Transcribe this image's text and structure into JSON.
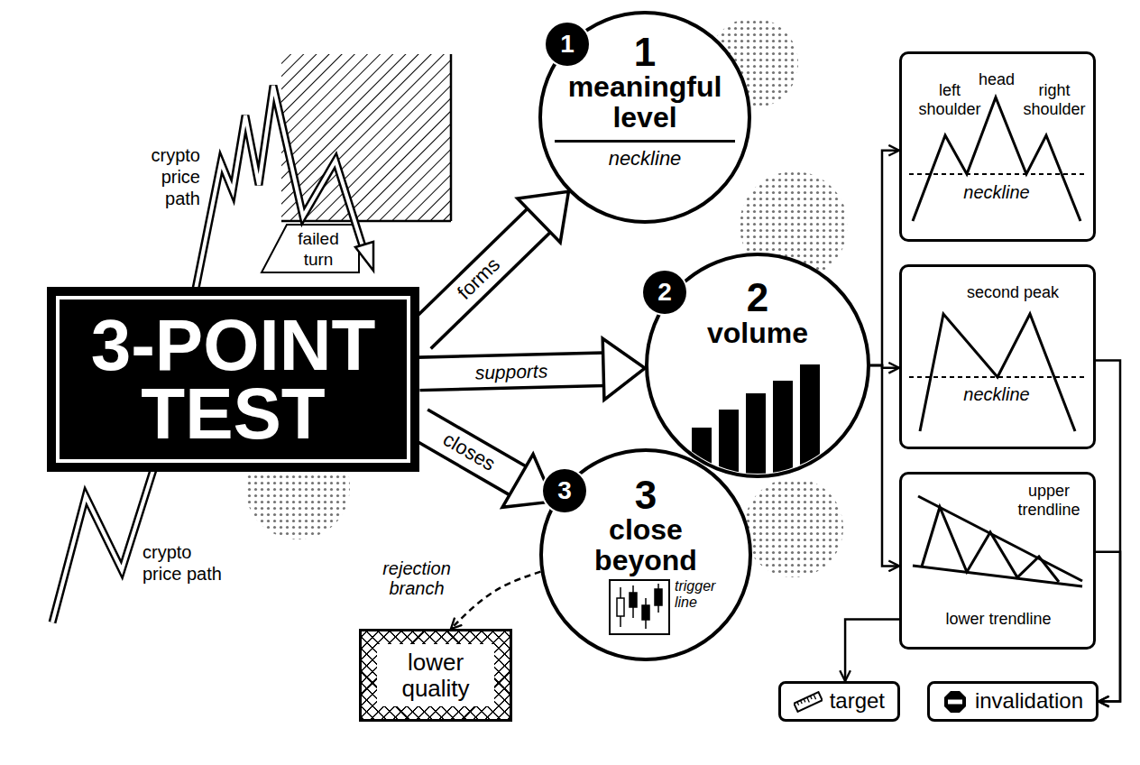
{
  "diagram": {
    "nodes": [
      {
        "text": [
          "3-POINT TEST"
        ]
      },
      {
        "text": [
          "1",
          "meaningful level",
          "neckline"
        ]
      },
      {
        "text": [
          "1"
        ],
        "in": 1
      },
      {
        "text": [
          "2",
          "volume"
        ]
      },
      {
        "text": [
          "2"
        ],
        "in": 3
      },
      {
        "text": [
          "3",
          "close beyond",
          "trigger line"
        ]
      },
      {
        "text": [
          "3"
        ],
        "in": 5
      },
      {
        "text": [
          "lower quality"
        ]
      },
      {
        "text": [
          "left shoulder",
          "head",
          "right shoulder",
          "neckline"
        ]
      },
      {
        "text": [
          "second peak",
          "neckline"
        ]
      },
      {
        "text": [
          "upper trendline",
          "lower trendline"
        ]
      },
      {
        "text": [
          "target"
        ]
      },
      {
        "text": [
          "invalidation"
        ]
      }
    ],
    "edges": [
      {
        "from": 0,
        "to": 1,
        "arrow": "to",
        "label": "forms"
      },
      {
        "from": 0,
        "to": 3,
        "arrow": "to",
        "label": "supports"
      },
      {
        "from": 0,
        "to": 5,
        "arrow": "to",
        "label": "closes"
      },
      {
        "from": 5,
        "to": 7,
        "arrow": "to",
        "label": "rejection branch"
      },
      {
        "from": 3,
        "to": 8,
        "arrow": "to"
      },
      {
        "from": 3,
        "to": 9,
        "arrow": "to"
      },
      {
        "from": 3,
        "to": 10,
        "arrow": "to"
      },
      {
        "from": 10,
        "to": 11,
        "arrow": "to"
      },
      {
        "from": 9,
        "to": 12,
        "arrow": "to"
      },
      {
        "from": 10,
        "to": 12,
        "arrow": "to"
      }
    ],
    "labels": [
      "crypto price path",
      "failed turn",
      "crypto price path"
    ]
  }
}
